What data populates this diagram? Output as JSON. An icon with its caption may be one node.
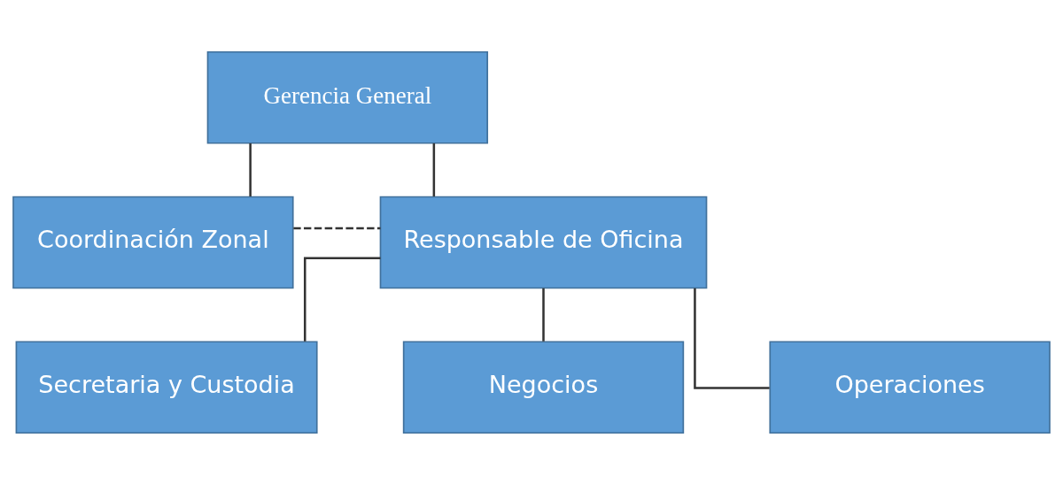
{
  "diagram": {
    "nodes": [
      {
        "text": [
          "Gerencia General"
        ]
      },
      {
        "text": [
          "Coordinación Zonal"
        ]
      },
      {
        "text": [
          "Responsable de Oficina"
        ]
      },
      {
        "text": [
          "Secretaria y Custodia"
        ]
      },
      {
        "text": [
          "Negocios"
        ]
      },
      {
        "text": [
          "Operaciones"
        ]
      }
    ],
    "edges": [
      {
        "from": 0,
        "to": 2,
        "arrow": "none"
      },
      {
        "from": 0,
        "to": 1,
        "arrow": "none"
      },
      {
        "from": 1,
        "to": 2,
        "arrow": "none",
        "style": "dashed"
      },
      {
        "from": 2,
        "to": 3,
        "arrow": "none"
      },
      {
        "from": 2,
        "to": 4,
        "arrow": "none"
      },
      {
        "from": 2,
        "to": 5,
        "arrow": "none"
      }
    ]
  }
}
